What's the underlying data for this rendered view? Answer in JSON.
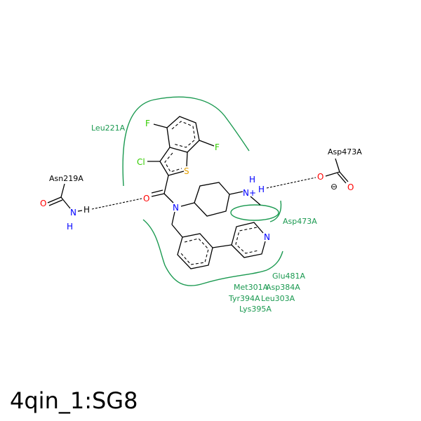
{
  "title": "4qin_1:SG8",
  "residues": {
    "leu221": "Leu221A",
    "asn219": "Asn219A",
    "asp473_top": "Asp473A",
    "asp473_side": "Asp473A",
    "glu481": "Glu481A",
    "met301": "Met301A",
    "asp384": "Asp384A",
    "tyr394": "Tyr394A",
    "leu303": "Leu303A",
    "lys395": "Lys395A"
  },
  "atoms": {
    "F": "F",
    "Cl": "Cl",
    "S": "S",
    "O": "O",
    "N": "N",
    "H": "H",
    "Nplus": "N+",
    "minus": "⊖"
  },
  "colors": {
    "N": "#0000ff",
    "O": "#ff0000",
    "halogen": "#33cc00",
    "S": "#e6a000",
    "residue": "#1a9950"
  }
}
